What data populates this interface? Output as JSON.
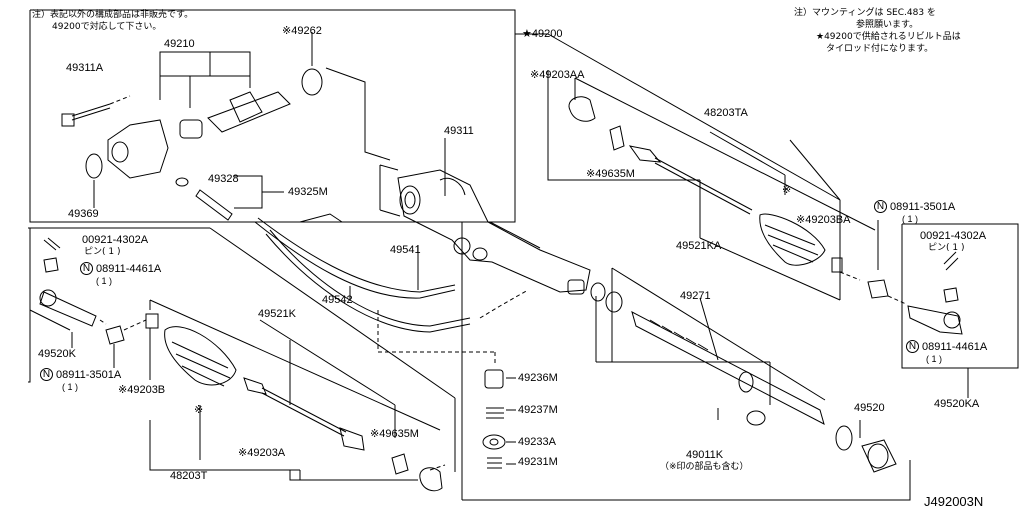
{
  "diagram": {
    "code": "J492003N",
    "notes": {
      "left_line1": "注）表記以外の構成部品は非販売です。",
      "left_line2": "49200で対応して下さい。",
      "right_line1": "注）マウンティングは SEC.483 を",
      "right_line2": "参照願います。",
      "right_line3": "★49200で供給されるリビルト品は",
      "right_line4": "タイロッド付になります。"
    },
    "parts": {
      "p49210": "49210",
      "p49262": "※49262",
      "p49200": "★49200",
      "p49311A": "49311A",
      "p49369": "49369",
      "p49328": "49328",
      "p49325M": "49325M",
      "p49311": "49311",
      "p49203AA": "※49203AA",
      "p48203TA": "48203TA",
      "p49635M_top": "※49635M",
      "p49521KA": "49521KA",
      "p49203BA": "※49203BA",
      "p08911_3501A_r": "08911-3501A",
      "p08911_3501A_r_qty": "( 1 )",
      "p00921_r": "00921-4302A",
      "p00921_r_pin": "ピン( 1 )",
      "p08911_4461A_r": "08911-4461A",
      "p08911_4461A_r_qty": "( 1 )",
      "p49520KA": "49520KA",
      "p00921_l": "00921-4302A",
      "p00921_l_pin": "ピン( 1 )",
      "p08911_4461A_l": "08911-4461A",
      "p08911_4461A_l_qty": "( 1 )",
      "p49520K": "49520K",
      "p08911_3501A_l": "08911-3501A",
      "p08911_3501A_l_qty": "( 1 )",
      "p49203B": "※49203B",
      "p48203T": "48203T",
      "p49203A": "※49203A",
      "p49521K": "49521K",
      "p49635M_bot": "※49635M",
      "p49541": "49541",
      "p49542": "49542",
      "p49236M": "49236M",
      "p49237M": "49237M",
      "p49233A": "49233A",
      "p49231M": "49231M",
      "p49271": "49271",
      "p49011K": "49011K",
      "p49011K_note": "（※印の部品も含む）",
      "p49520": "49520",
      "n_symbol": "N",
      "star": "※"
    }
  }
}
